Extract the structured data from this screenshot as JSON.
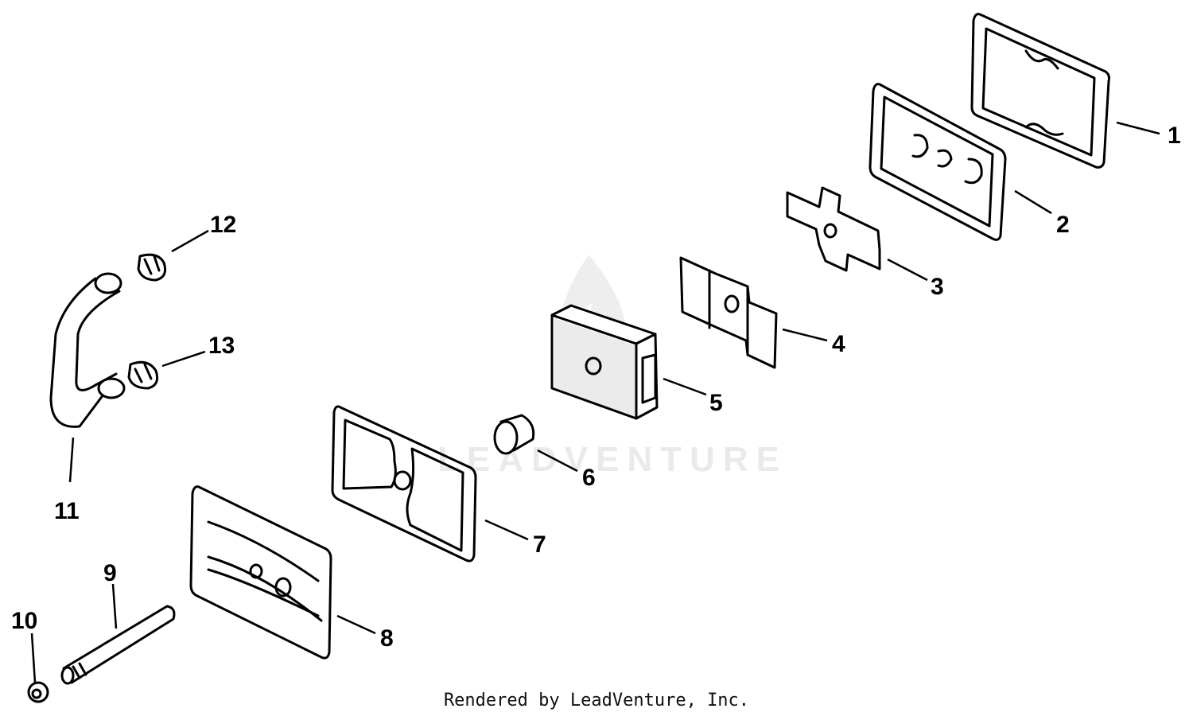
{
  "watermark": "LEADVENTURE",
  "footer": "Rendered by LeadVenture, Inc.",
  "parts": [
    {
      "number": "1"
    },
    {
      "number": "2"
    },
    {
      "number": "3"
    },
    {
      "number": "4"
    },
    {
      "number": "5"
    },
    {
      "number": "6"
    },
    {
      "number": "7"
    },
    {
      "number": "8"
    },
    {
      "number": "9"
    },
    {
      "number": "10"
    },
    {
      "number": "11"
    },
    {
      "number": "12"
    },
    {
      "number": "13"
    }
  ]
}
